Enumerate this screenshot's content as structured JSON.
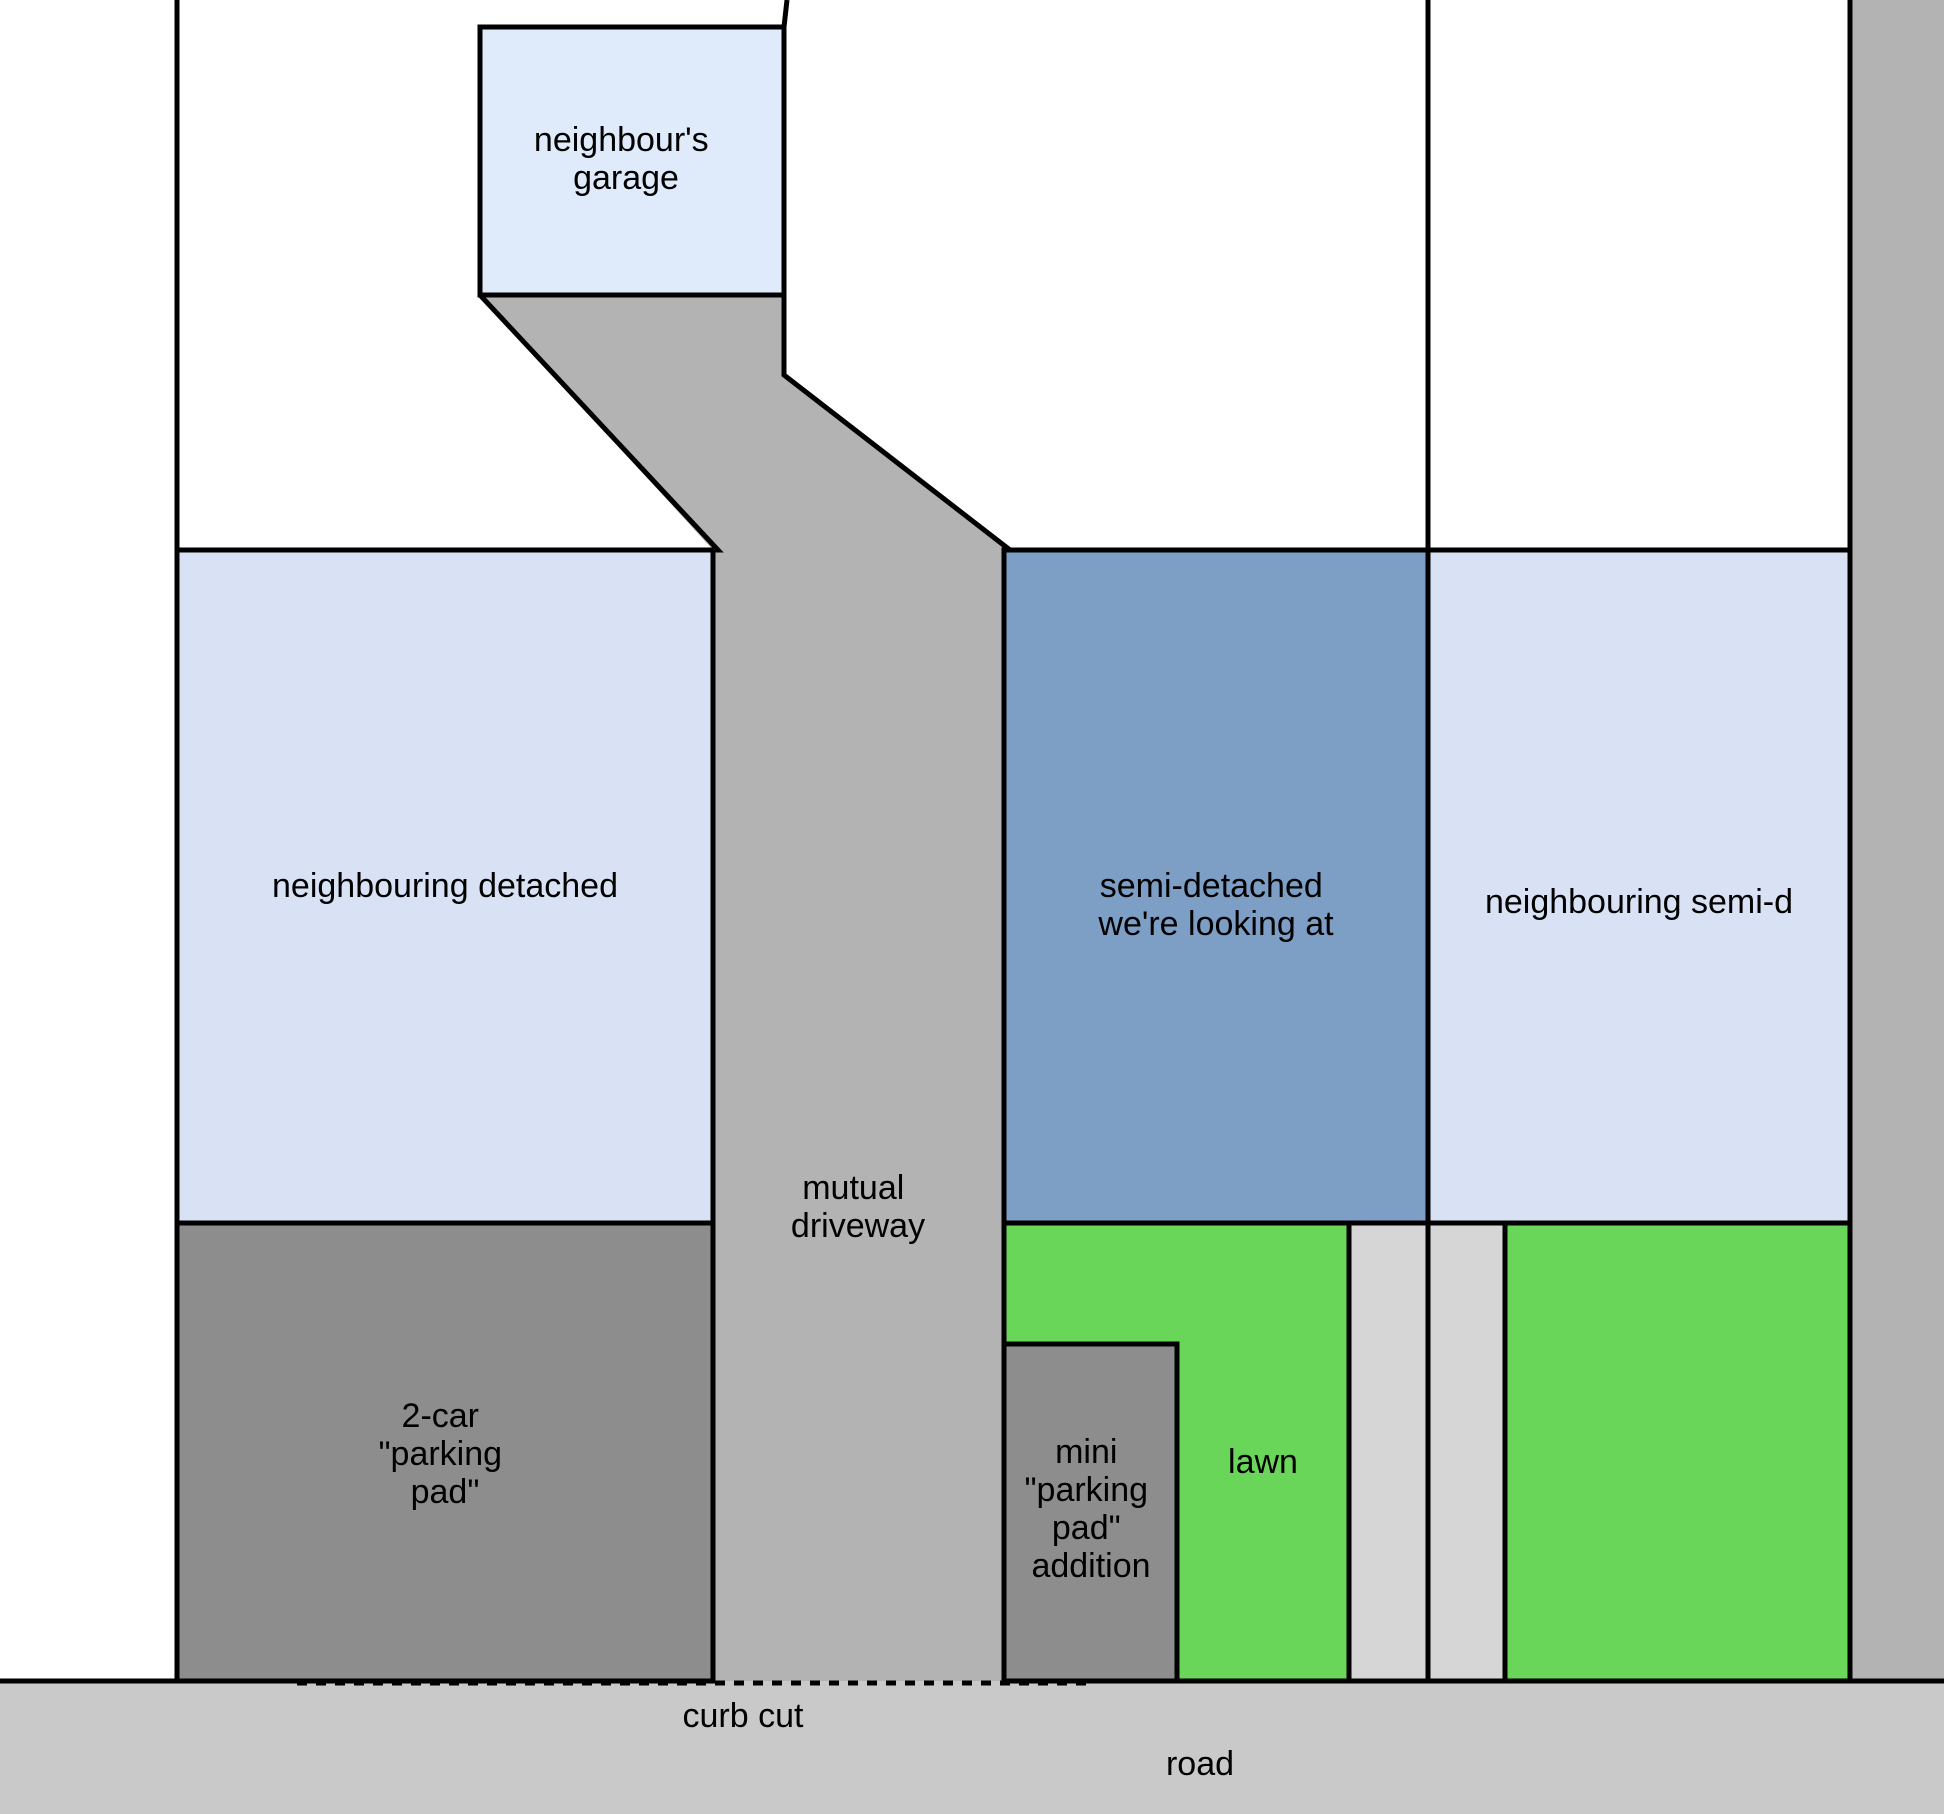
{
  "labels": {
    "neighbours_garage": [
      "neighbour's",
      "garage"
    ],
    "neighbouring_detached": [
      "neighbouring detached"
    ],
    "semi_detached_target": [
      "semi-detached",
      "we're looking at"
    ],
    "neighbouring_semi_d": [
      "neighbouring semi-d"
    ],
    "mutual_driveway": [
      "mutual",
      "driveway"
    ],
    "two_car_parking_pad": [
      "2-car",
      "\"parking",
      "pad\""
    ],
    "mini_parking_pad": [
      "mini",
      "\"parking",
      "pad\"",
      "addition"
    ],
    "lawn": [
      "lawn"
    ],
    "curb_cut": [
      "curb cut"
    ],
    "road": [
      "road"
    ]
  },
  "colors": {
    "garage": "#dfeafb",
    "house_light": "#d9e2f5",
    "house_target": "#7d9ec5",
    "driveway": "#b3b3b3",
    "parking_pad": "#8d8d8d",
    "lawn": "#69d65a",
    "path": "#d6d6d6",
    "road": "#c9c9c9",
    "right_strip": "#b3b3b3",
    "background": "#ffffff"
  }
}
